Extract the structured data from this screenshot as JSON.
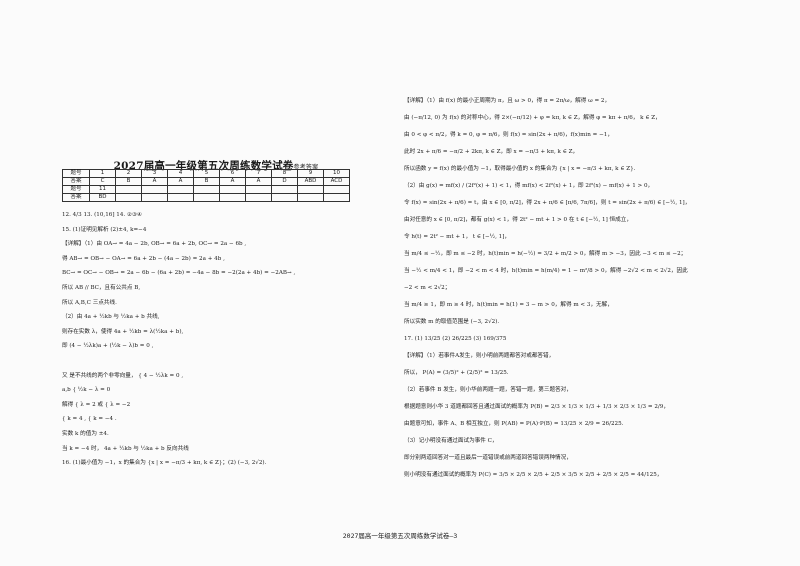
{
  "title": "2027届高一年级第五次周练数学试卷",
  "title_suffix": "参考答案",
  "table": {
    "row1": [
      "题号",
      "1",
      "2",
      "3",
      "4",
      "5",
      "6",
      "7",
      "8",
      "9",
      "10"
    ],
    "row2": [
      "答案",
      "C",
      "B",
      "A",
      "A",
      "B",
      "A",
      "A",
      "D",
      "ABD",
      "ACD"
    ],
    "row3": [
      "题号",
      "11",
      "",
      "",
      "",
      "",
      "",
      "",
      "",
      "",
      ""
    ],
    "row4": [
      "答案",
      "BD",
      "",
      "",
      "",
      "",
      "",
      "",
      "",
      "",
      ""
    ]
  },
  "left_lines": [
    "12.  4/3          13.  (10,16]          14.  ②③④",
    "15. (1)证明见解析    (2)±4,   k=−4",
    "【详解】（1）由 OA→ = 4a − 2b, OB→ = 6a + 2b, OC→ = 2a − 6b ,",
    "得 AB→ = OB→ − OA→ = 6a + 2b − (4a − 2b) = 2a + 4b ,",
    "BC→ = OC→ − OB→ = 2a − 6b − (6a + 2b) = −4a − 8b = −2(2a + 4b) = −2AB→ ,",
    "所以 AB // BC，且有公共点 B,",
    "所以 A,B,C 三点共线.",
    "（2）由 4a + ½kb 与 ½ka + b 共线,",
    "则存在实数 λ，使得 4a + ½kb = λ(½ka + b),",
    "即 (4 − ½λk)a + (½k − λ)b = 0 ,",
    "",
    "又         是不共线的两个非零向量，  { 4 − ½λk = 0 ,",
    "   a,b                                             { ½k − λ = 0",
    "解得 { λ = 2   或  { λ = −2",
    "     { k = 4 ,      { k = −4 .",
    "实数 k 的值为 ±4.",
    "当 k = −4 时，  4a + ½kb 与 ½ka + b 反向共线",
    "16. (1)最小值为 −1，x 的集合为 {x | x = −π/3 + kπ, k ∈ Z}；(2) (−3, 2√2)."
  ],
  "right_lines": [
    "【详解】（1）由 f(x) 的最小正周期为 π，且 ω > 0，得 π = 2π/ω，解得 ω = 2，",
    "由 (−π/12, 0) 为 f(x) 的对称中心，得 2×(−π/12) + φ = kπ, k ∈ Z，解得 φ = kπ + π/6，  k ∈ Z，",
    "由 0 < φ < π/2，得 k = 0, φ = π/6，则 f(x) = sin(2x + π/6)，f(x)min = −1，",
    "此时 2x + π/6 = −π/2 + 2kπ, k ∈ Z，即 x = −π/3 + kπ, k ∈ Z，",
    "所以函数 y = f(x) 的最小值为 −1，取得最小值的 x 的集合为 {x | x = −π/3 + kπ, k ∈ Z}.",
    "（2）由 g(x) = mf(x) / (2f²(x) + 1) < 1，得 mf(x) < 2f²(x) + 1，即 2f²(x) − mf(x) + 1 > 0，",
    "令 f(x) = sin(2x + π/6) = t，由 x ∈ [0, π/2]，得 2x + π/6 ∈ [π/6, 7π/6]，则 t = sin(2x + π/6) ∈ [−½, 1]，",
    "由对任意的 x ∈ [0, π/2]，都有 g(x) < 1，得 2t² − mt + 1 > 0 在 t ∈ [−½, 1] 恒成立，",
    "令 h(t) = 2t² − mt + 1，  t ∈ [−½, 1]，",
    "当 m/4 ≤ −½，即 m ≤ −2 时，h(t)min = h(−½) = 3/2 + m/2 > 0，解得 m > −3，因此 −3 < m ≤ −2；",
    "当 −½ < m/4 < 1，即 −2 < m < 4 时，h(t)min = h(m/4) = 1 − m²/8 > 0，解得 −2√2 < m < 2√2，因此",
    "−2 < m < 2√2；",
    "当 m/4 ≥ 1，即 m ≥ 4 时，h(t)min = h(1) = 3 − m > 0，解得 m < 3，无解，",
    "所以实数 m 的取值范围是 (−3, 2√2).",
    "17. (1) 13/25 (2) 26/225 (3) 169/375",
    "【详解】（1）若事件A发生，则小明前两题都答对或都答错，",
    "所以，  P(A) = (3/5)² + (2/5)² = 13/25.",
    "（2）若事件 B 发生，则小华前两题一题，答错一题，第三题答对，",
    "根据题意则小华 3 道题都回答且通过面试的概率为 P(B) = 2/3 × 1/3 × 1/3 + 1/3 × 2/3 × 1/3 = 2/9，",
    "由题意可知，事件 A、B 相互独立，则 P(AB) = P(A)·P(B) = 13/25 × 2/9 = 26/225.",
    "（3）记小明没有通过面试为事件 C，",
    "即分别两道回答对一道且最后一道错误或前两道回答错误两种情况，",
    "则小明没有通过面试的概率为 P(C) = 3/5 × 2/5 × 2/5 + 2/5 × 3/5 × 2/5 + 2/5 × 2/5 = 44/125，"
  ],
  "footer": "2027届高一年级第五次周练数学试卷—3"
}
